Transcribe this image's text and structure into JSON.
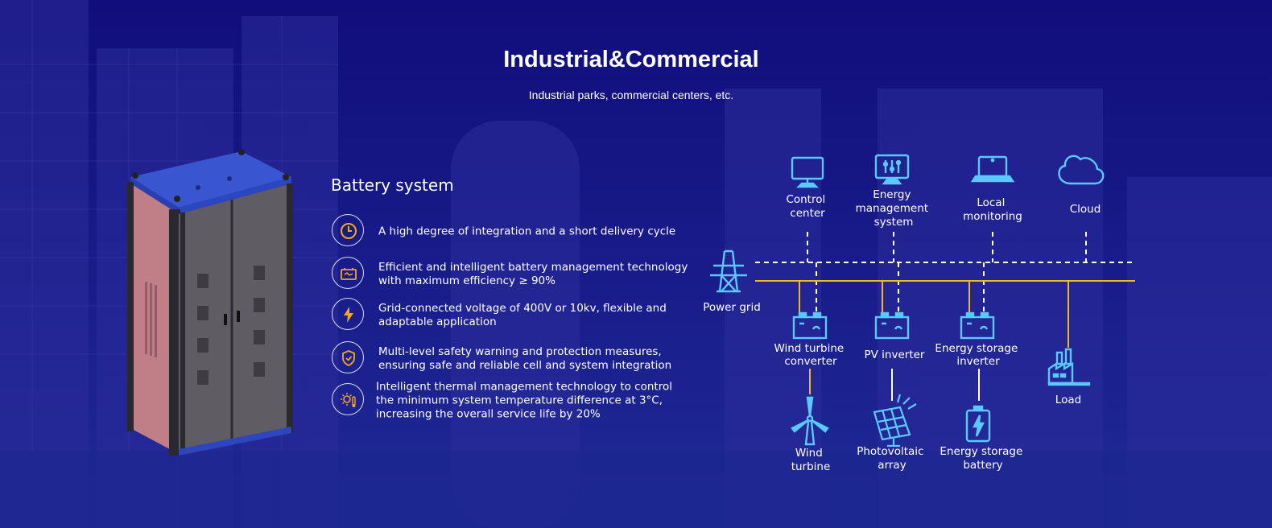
{
  "header": {
    "title": "Industrial&Commercial",
    "subtitle": "Industrial parks, commercial centers, etc."
  },
  "battery_system": {
    "heading": "Battery system",
    "features": [
      {
        "icon": "clock-icon",
        "lines": [
          "A high degree of integration and a short delivery cycle"
        ]
      },
      {
        "icon": "battery-management-icon",
        "lines": [
          "Efficient and intelligent battery management technology",
          "with maximum efficiency ≥ 90%"
        ]
      },
      {
        "icon": "lightning-icon",
        "lines": [
          "Grid-connected voltage of 400V or 10kv, flexible and",
          "adaptable application"
        ]
      },
      {
        "icon": "shield-check-icon",
        "lines": [
          "Multi-level safety warning and protection measures,",
          "ensuring safe and reliable cell and system integration"
        ]
      },
      {
        "icon": "thermal-sun-icon",
        "lines": [
          "Intelligent thermal management technology to control",
          "the minimum system temperature difference at 3°C,",
          "increasing the overall service life by 20%"
        ]
      }
    ]
  },
  "diagram": {
    "top_nodes": [
      {
        "icon": "monitor-icon",
        "lines": [
          "Control",
          "center"
        ]
      },
      {
        "icon": "ems-panel-icon",
        "lines": [
          "Energy",
          "management",
          "system"
        ]
      },
      {
        "icon": "laptop-icon",
        "lines": [
          "Local",
          "monitoring"
        ]
      },
      {
        "icon": "cloud-icon",
        "lines": [
          "Cloud"
        ]
      }
    ],
    "power_grid": {
      "icon": "power-tower-icon",
      "label": "Power grid"
    },
    "converters": [
      {
        "icon": "converter-box-icon",
        "lines": [
          "Wind turbine",
          "converter"
        ]
      },
      {
        "icon": "converter-box-icon",
        "lines": [
          "PV inverter"
        ]
      },
      {
        "icon": "converter-box-icon",
        "lines": [
          "Energy storage",
          "inverter"
        ]
      }
    ],
    "sources": [
      {
        "icon": "wind-turbine-icon",
        "lines": [
          "Wind",
          "turbine"
        ]
      },
      {
        "icon": "solar-panel-icon",
        "lines": [
          "Photovoltaic",
          "array"
        ]
      },
      {
        "icon": "battery-icon",
        "lines": [
          "Energy storage",
          "battery"
        ]
      }
    ],
    "load": {
      "icon": "factory-icon",
      "label": "Load"
    }
  },
  "colors": {
    "background": "#130f7e",
    "icon_accent": "#5bc8ff",
    "power_line": "#f1b81d",
    "signal_line": "#ffffff",
    "feature_icon": "#f3a71c"
  }
}
